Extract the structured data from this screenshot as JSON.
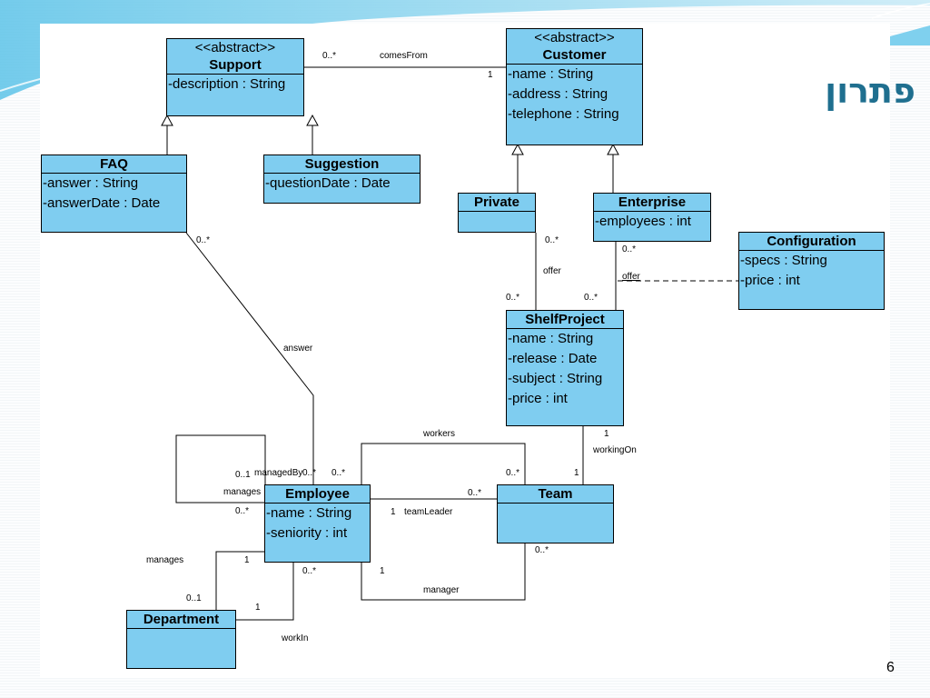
{
  "slide": {
    "title": "פתרון",
    "page_number": "6"
  },
  "classes": {
    "support": {
      "stereotype": "<<abstract>>",
      "name": "Support",
      "attributes": [
        "-description : String"
      ]
    },
    "customer": {
      "stereotype": "<<abstract>>",
      "name": "Customer",
      "attributes": [
        "-name : String",
        "-address : String",
        "-telephone : String"
      ]
    },
    "faq": {
      "name": "FAQ",
      "attributes": [
        "-answer : String",
        "-answerDate : Date"
      ]
    },
    "suggestion": {
      "name": "Suggestion",
      "attributes": [
        "-questionDate : Date"
      ]
    },
    "private": {
      "name": "Private",
      "attributes": []
    },
    "enterprise": {
      "name": "Enterprise",
      "attributes": [
        "-employees : int"
      ]
    },
    "configuration": {
      "name": "Configuration",
      "attributes": [
        "-specs : String",
        "-price : int"
      ]
    },
    "shelfproject": {
      "name": "ShelfProject",
      "attributes": [
        "-name : String",
        "-release : Date",
        "-subject : String",
        "-price : int"
      ]
    },
    "employee": {
      "name": "Employee",
      "attributes": [
        "-name : String",
        "-seniority : int"
      ]
    },
    "team": {
      "name": "Team",
      "attributes": []
    },
    "department": {
      "name": "Department",
      "attributes": []
    }
  },
  "labels": {
    "comesFrom": "comesFrom",
    "comesFrom_m1": "0..*",
    "comesFrom_m2": "1",
    "offer1": "offer",
    "offer1_m1": "0..*",
    "offer1_m2": "0..*",
    "offer2": "offer",
    "offer2_m1": "0..*",
    "offer2_m2": "0..*",
    "answer": "answer",
    "answer_m1": "0..*",
    "workingOn": "workingOn",
    "workingOn_m1": "1",
    "workingOn_m2": "1",
    "workers": "workers",
    "workers_m1": "0..*",
    "workers_m2": "0..*",
    "teamLeader": "teamLeader",
    "teamLeader_m1": "1",
    "teamLeader_m2": "0..*",
    "manager": "manager",
    "manager_m1": "1",
    "manager_m2": "0..*",
    "managedBy": "managedBy",
    "managedBy_m": "0..1",
    "manages_self": "manages",
    "manages_self_m": "0..*",
    "answer_emp_m": "0..*",
    "manages_dept": "manages",
    "manages_dept_m1": "1",
    "manages_dept_m2": "0..1",
    "workIn": "workIn",
    "workIn_m1": "0..*",
    "workIn_m2": "1"
  }
}
